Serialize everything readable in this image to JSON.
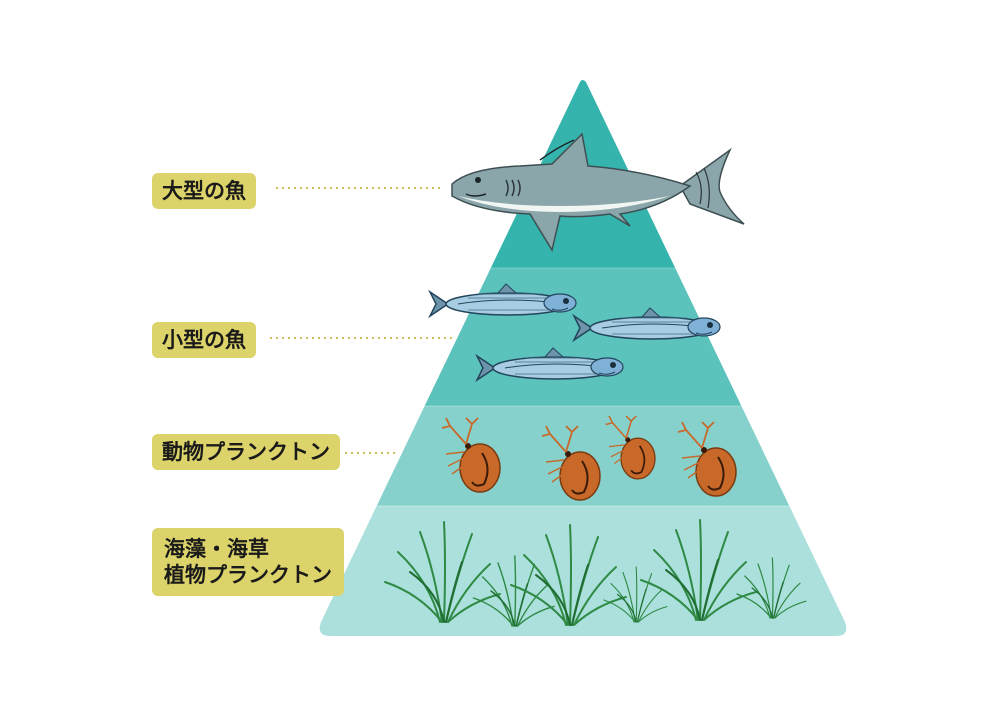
{
  "tiers": [
    {
      "id": "large-fish",
      "lines": [
        "大型の魚"
      ],
      "color": "#35b3ad"
    },
    {
      "id": "small-fish",
      "lines": [
        "小型の魚"
      ],
      "color": "#5cc2bc"
    },
    {
      "id": "zooplankton",
      "lines": [
        "動物プランクトン"
      ],
      "color": "#86d1cb"
    },
    {
      "id": "seaweed",
      "lines": [
        "海藻・海草",
        "植物プランクトン"
      ],
      "color": "#abe0dc"
    }
  ],
  "colors": {
    "label_bg": "#dcd36a",
    "connector": "#c9c05a",
    "shark": "#8aa6ab",
    "fish": "#9dc7de",
    "plankton": "#c8692a",
    "seaweed": "#2f8a45"
  }
}
